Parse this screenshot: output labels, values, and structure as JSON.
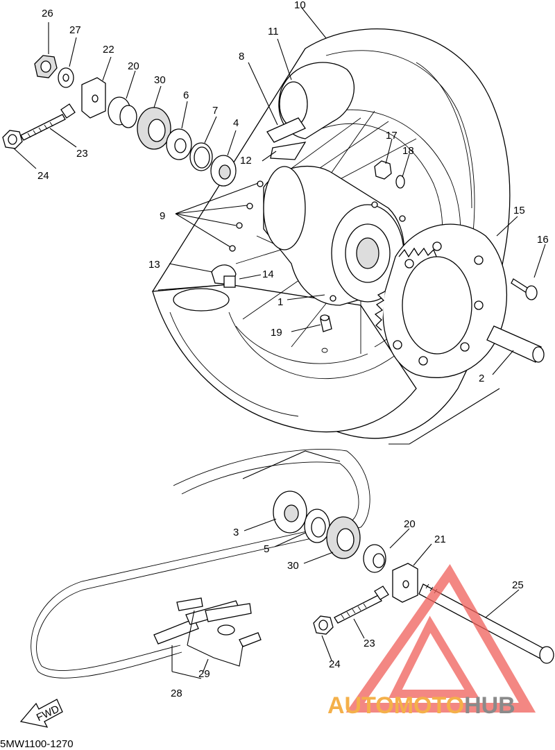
{
  "diagram": {
    "part_labels": {
      "p1": "1",
      "p2": "2",
      "p3": "3",
      "p4": "4",
      "p5": "5",
      "p6": "6",
      "p7": "7",
      "p8": "8",
      "p9": "9",
      "p10": "10",
      "p11": "11",
      "p12": "12",
      "p13": "13",
      "p14": "14",
      "p15": "15",
      "p16": "16",
      "p17": "17",
      "p18": "18",
      "p19": "19",
      "p20a": "20",
      "p20b": "20",
      "p21": "21",
      "p22": "22",
      "p23a": "23",
      "p23b": "23",
      "p24a": "24",
      "p24b": "24",
      "p25": "25",
      "p26": "26",
      "p27": "27",
      "p28": "28",
      "p29": "29",
      "p30a": "30",
      "p30b": "30"
    },
    "fwd_label": "FWD",
    "code": "5MW1100-1270"
  },
  "watermark": {
    "text_part1": "AUTOMOTO",
    "text_part2": "HUB",
    "accent_color": "#f4b04a",
    "secondary_color": "#8a8a8a",
    "triangle_color": "#f0605a"
  }
}
